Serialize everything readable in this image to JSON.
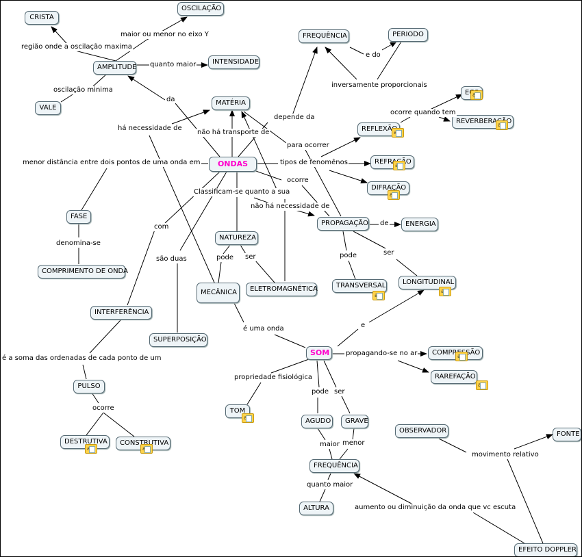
{
  "nodes": {
    "crista": "CRISTA",
    "oscilacao": "OSCILAÇÃO",
    "amplitude": "AMPLITUDE",
    "intensidade": "INTENSIDADE",
    "vale": "VALE",
    "frequencia_top": "FREQUÊNCIA",
    "periodo": "PERIODO",
    "materia": "MATÉRIA",
    "reflexao": "REFLEXÃO",
    "eco": "ECO",
    "reverberacao": "REVERBERAÇÃO",
    "ondas": "ONDAS",
    "refracao": "REFRAÇÃO",
    "difracao": "DIFRAÇÃO",
    "fase": "FASE",
    "propagacao": "PROPAGAÇÃO",
    "energia": "ENERGIA",
    "natureza": "NATUREZA",
    "comprimento_onda": "COMPRIMENTO DE ONDA",
    "transversal": "TRANSVERSAL",
    "longitudinal": "LONGITUDINAL",
    "mecanica": "MECÂNICA",
    "eletromagnetica": "ELETROMAGNÉTICA",
    "interferencia": "INTERFERÊNCIA",
    "superposicao": "SUPERPOSIÇÃO",
    "som": "SOM",
    "compressao": "COMPRESSÃO",
    "rarefacao": "RAREFAÇÃO",
    "pulso": "PULSO",
    "tom": "TOM",
    "agudo": "AGUDO",
    "grave": "GRAVE",
    "observador": "OBSERVADOR",
    "fonte": "FONTE",
    "destrutiva": "DESTRUTIVA",
    "construtiva": "CONSTRUTIVA",
    "frequencia_bottom": "FREQUÊNCIA",
    "altura": "ALTURA",
    "efeito_doppler": "EFEITO DOPPLER"
  },
  "links": {
    "regiao_oscilacao_maxima": "região onde a oscilação maxima",
    "maior_menor_eixo_y": "maior ou menor no eixo Y",
    "quanto_maior_1": "quanto maior",
    "oscilacao_minima": "oscilação minima",
    "da": "da",
    "e_do": "e do",
    "inversamente_proporcionais": "inversamente proporcionais",
    "depende_da": "depende da",
    "ocorre_quando_tem": "ocorre quando tem",
    "ha_necessidade_de": "há necessidade de",
    "nao_ha_transporte_de": "não há transporte de",
    "para_ocorrer": "para ocorrer",
    "menor_distancia": "menor distância entre dois pontos de uma onda em",
    "tipos_de_fenomenos": "tipos de fenomênos",
    "ocorre_1": "ocorre",
    "classificam_se": "Classificam-se quanto a sua",
    "nao_ha_necessidade_de": "não há necessidade de",
    "de": "de",
    "com": "com",
    "denomina_se": "denomina-se",
    "pode_1": "pode",
    "ser_1": "ser",
    "pode_2": "pode",
    "ser_2": "ser",
    "sao_duas": "são duas",
    "e": "e",
    "e_uma_onda": "é uma onda",
    "soma_ordenadas": "é a soma das ordenadas de cada ponto de um",
    "propagando_se_no_ar": "propagando-se no ar",
    "propriedade_fisiologica": "propriedade fisiológica",
    "pode_3": "pode",
    "ser_3": "ser",
    "ocorre_2": "ocorre",
    "maior": "maior",
    "menor": "menor",
    "movimento_relativo": "movimento relativo",
    "quanto_maior_2": "quanto maior",
    "aumento_diminuicao": "aumento ou diminuição da onda que vc escuta"
  },
  "resource_icon_text": "a",
  "colors": {
    "node_fill": "#eef4f7",
    "node_border": "#566a74",
    "center_text": "#ff00cc",
    "line": "#000000"
  }
}
